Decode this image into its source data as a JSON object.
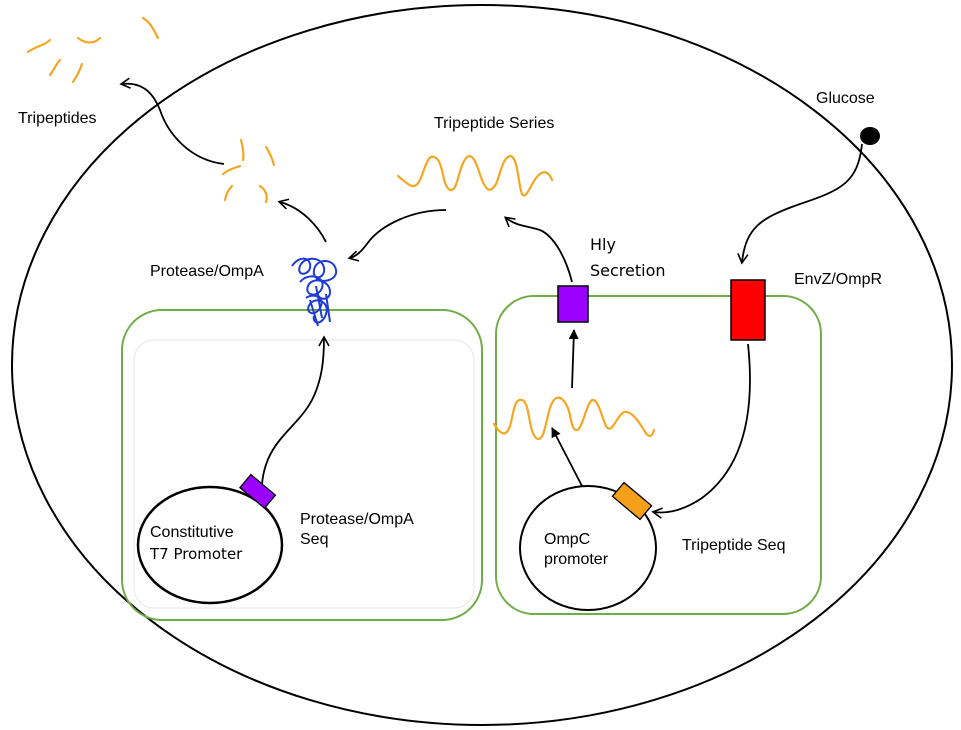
{
  "labels": {
    "tripeptides": "Tripeptides",
    "tripeptide_series": "Tripeptide Series",
    "glucose": "Glucose",
    "hly_line1": "Hly",
    "hly_line2": "Secretion",
    "envz_ompr": "EnvZ/OmpR",
    "protease_ompa": "Protease/OmpA",
    "protease_seq_line1": "Protease/OmpA",
    "protease_seq_line2": "Seq",
    "constitutive_line1": "Constitutive",
    "constitutive_line2": "T7 Promoter",
    "ompc_line1": "OmpC",
    "ompc_line2": "promoter",
    "tripeptide_seq": "Tripeptide Seq"
  },
  "colors": {
    "cell_outline": "#000000",
    "compartment_outline": "#70ad47",
    "peptide": "#f5a623",
    "protease_blue": "#1f3bd6",
    "hly_purple": "#9b00ff",
    "envz_red": "#ff0000",
    "ompc_orange": "#f5a01a",
    "arrow": "#000000"
  },
  "icons": {
    "protease": "protease-coil-icon",
    "glucose": "glucose-dot-icon",
    "hly_transporter": "hly-transporter-icon",
    "envz_receptor": "envz-receptor-icon",
    "t7_gene": "t7-gene-block-icon",
    "ompc_gene": "ompc-gene-block-icon"
  }
}
